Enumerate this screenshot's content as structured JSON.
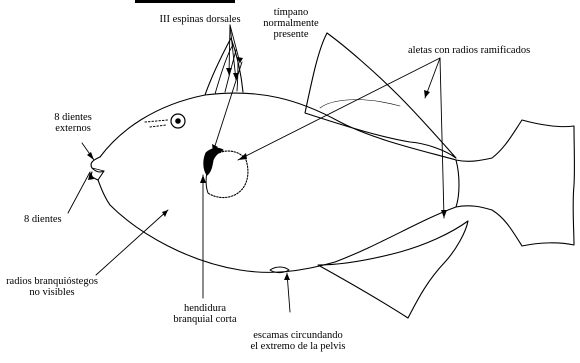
{
  "labels": {
    "dorsal_spines": "III espinas dorsales",
    "tympanum_1": "tímpano",
    "tympanum_2": "normalmente",
    "tympanum_3": "presente",
    "branched_fins": "aletas con radios ramificados",
    "outer_teeth_1": "8 dientes",
    "outer_teeth_2": "externos",
    "teeth": "8 dientes",
    "branchiostegal_1": "radios branquióstegos",
    "branchiostegal_2": "no visibles",
    "gill_slit_1": "hendidura",
    "gill_slit_2": "branquial corta",
    "pelvic_scales_1": "escamas circundando",
    "pelvic_scales_2": "el extremo de la pelvis"
  },
  "colors": {
    "ink": "#000000",
    "background": "#ffffff"
  }
}
